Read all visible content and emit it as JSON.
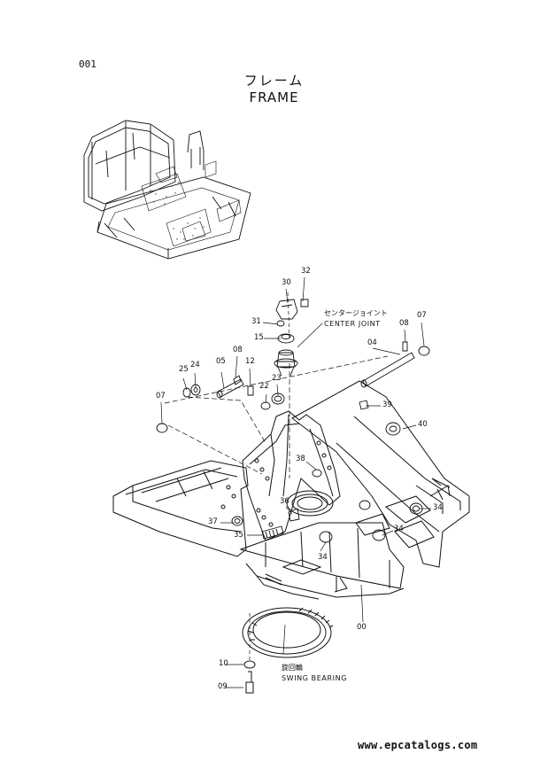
{
  "page_number": "001",
  "title_jp": "フレーム",
  "title_en": "FRAME",
  "notes": {
    "center_joint_jp": "センタージョイント",
    "center_joint_en": "CENTER JOINT",
    "swing_bearing_jp": "旋回輪",
    "swing_bearing_en": "SWING BEARING"
  },
  "callouts": [
    "32",
    "30",
    "31",
    "15",
    "08",
    "07",
    "04",
    "25",
    "24",
    "08",
    "12",
    "05",
    "22",
    "23",
    "07",
    "39",
    "40",
    "38",
    "36",
    "37",
    "35",
    "34",
    "34",
    "34",
    "00",
    "10",
    "09"
  ],
  "watermark": "www.epcatalogs.com"
}
